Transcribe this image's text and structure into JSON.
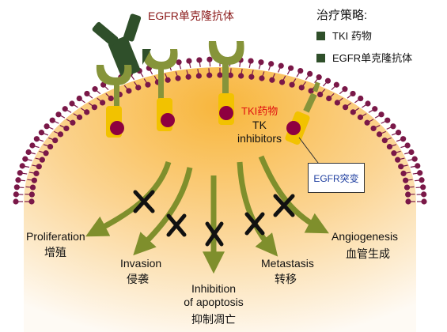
{
  "antibody_label": "EGFR单克隆抗体",
  "legend": {
    "title": "治疗策略:",
    "items": [
      {
        "label": "TKI 药物",
        "color": "#2f4f2a"
      },
      {
        "label": "EGFR单克隆抗体",
        "color": "#2f4f2a"
      }
    ]
  },
  "tki_drug_label": "TKI药物",
  "tk_inhibitors_label": "TK\ninhibitors",
  "mutation_label": "EGFR突变",
  "outcomes": [
    {
      "en": "Proliferation",
      "zh": "增殖"
    },
    {
      "en": "Invasion",
      "zh": "侵袭"
    },
    {
      "en": "Inhibition\nof apoptosis",
      "zh": "抑制凋亡"
    },
    {
      "en": "Metastasis",
      "zh": "转移"
    },
    {
      "en": "Angiogenesis",
      "zh": "血管生成"
    }
  ],
  "colors": {
    "antibody": "#2f4f2a",
    "receptor": "#86943a",
    "kinase": "#f2c200",
    "inhibitor": "#8e0040",
    "arrow": "#7f8f2c",
    "membrane_head": "#7a1848",
    "cytoplasm": "#fbd590",
    "antibody_label": "#8b1a1a",
    "tki_label": "#e01010",
    "mutation_label": "#1f3fa0"
  }
}
